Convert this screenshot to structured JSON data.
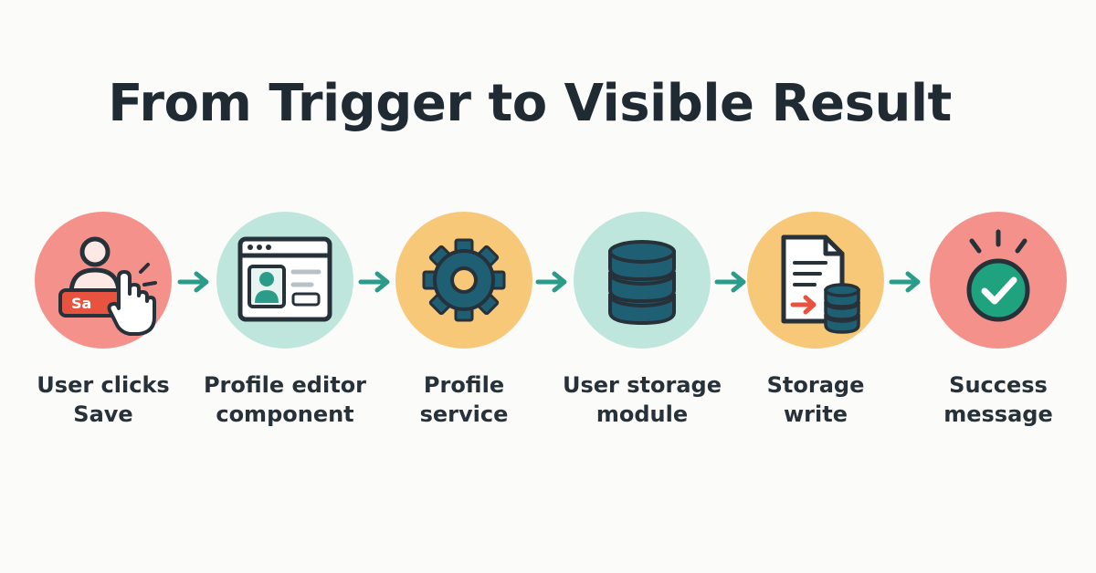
{
  "title": "From Trigger to Visible Result",
  "colors": {
    "coral": "#f3918a",
    "mint": "#bfe6dc",
    "amber": "#f7c877",
    "teal": "#2c9c8a",
    "dark_teal": "#1f5f73",
    "outline": "#26313a",
    "accent_red": "#e8533f",
    "success_green": "#1fa37e"
  },
  "steps": [
    {
      "label_line1": "User clicks",
      "label_line2": "Save",
      "icon": "user-click-save-icon",
      "button_text": "Sa",
      "color": "#f3918a"
    },
    {
      "label_line1": "Profile editor",
      "label_line2": "component",
      "icon": "profile-editor-window-icon",
      "color": "#bfe6dc"
    },
    {
      "label_line1": "Profile",
      "label_line2": "service",
      "icon": "gear-icon",
      "color": "#f7c877"
    },
    {
      "label_line1": "User storage",
      "label_line2": "module",
      "icon": "database-icon",
      "color": "#bfe6dc"
    },
    {
      "label_line1": "Storage",
      "label_line2": "write",
      "icon": "document-to-database-icon",
      "color": "#f7c877"
    },
    {
      "label_line1": "Success",
      "label_line2": "message",
      "icon": "checkmark-icon",
      "color": "#f3918a"
    }
  ],
  "connector_icon": "arrow-right-icon"
}
